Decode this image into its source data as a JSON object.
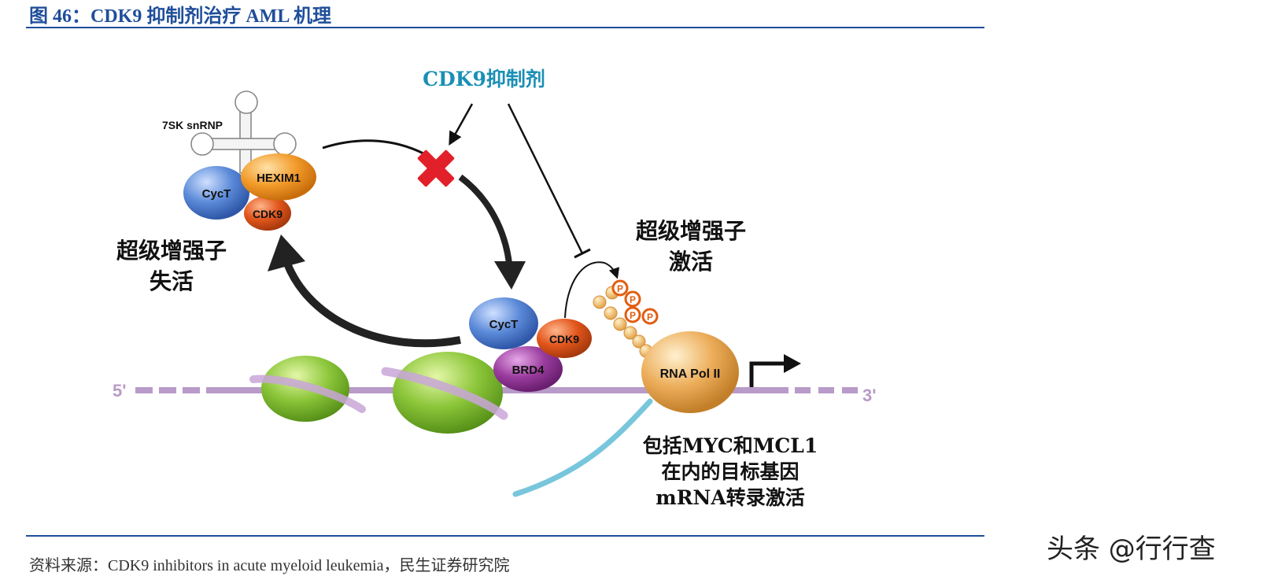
{
  "title": "图 46：CDK9 抑制剂治疗 AML 机理",
  "source": "资料来源：CDK9 inhibitors in acute myeloid leukemia，民生证券研究院",
  "brand": "头条 @行行查",
  "diagram": {
    "inhibitor": "CDK9抑制剂",
    "snrnp": "7SK snRNP",
    "hexim1": "HEXIM1",
    "cyct": "CycT",
    "cdk9": "CDK9",
    "brd4": "BRD4",
    "rnapol": "RNA Pol II",
    "phospho": "P",
    "five_prime": "5'",
    "three_prime": "3'",
    "se_off_line1": "超级增强子",
    "se_off_line2": "失活",
    "se_on_line1": "超级增强子",
    "se_on_line2": "激活",
    "target_line1": "包括MYC和MCL1",
    "target_line2": "在内的目标基因",
    "target_line3": "mRNA转录激活"
  },
  "colors": {
    "title_blue": "#1f4e9a",
    "inhibitor_teal": "#1a8fb5",
    "dna_purple": "#b89bc8",
    "nucleosome_green": "#7dbb2c",
    "cyct_blue": "#4f7fd0",
    "hexim_orange": "#f09a28",
    "cdk9_red": "#e2561c",
    "brd4_purple": "#9a3c9e",
    "rnapol_tan": "#e8a54e",
    "mrna_cyan": "#78c6dc",
    "block_red": "#e2202a"
  }
}
